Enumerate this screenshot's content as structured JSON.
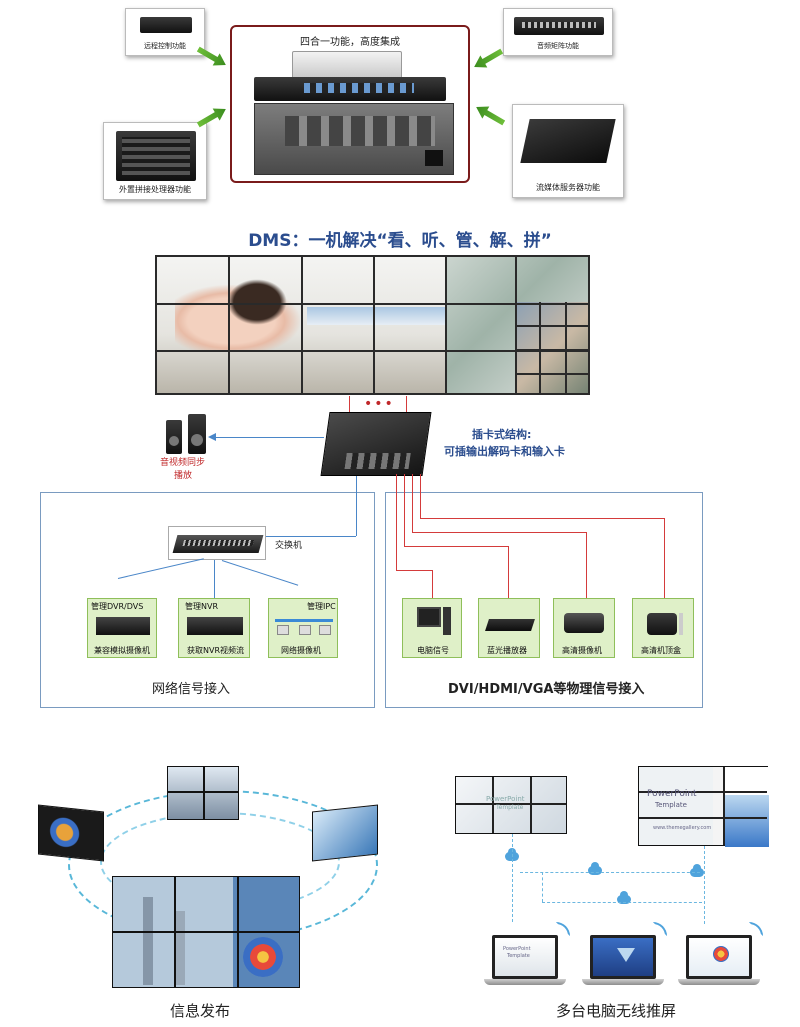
{
  "top": {
    "center_title": "四合一功能，高度集成",
    "card_tl_label": "远程控制功能",
    "card_tr_label": "音频矩阵功能",
    "card_bl_label": "外置拼接处理器功能",
    "card_br_label": "流媒体服务器功能"
  },
  "main_title": "DMS：一机解决“看、听、管、解、拼”",
  "middle": {
    "red_dots": "•••",
    "speaker_label_1": "音视频同步",
    "speaker_label_2": "播放",
    "plugin_title": "插卡式结构:",
    "plugin_sub": "可插输出解码卡和输入卡"
  },
  "network": {
    "switch_label": "交换机",
    "boxes": [
      {
        "top": "管理DVR/DVS",
        "bottom": "兼容模拟摄像机"
      },
      {
        "top": "管理NVR",
        "bottom": "获取NVR视频流"
      },
      {
        "top": "管理IPC",
        "bottom": "网络摄像机"
      }
    ],
    "caption": "网络信号接入"
  },
  "physical": {
    "boxes": [
      {
        "label": "电脑信号"
      },
      {
        "label": "蓝光播放器"
      },
      {
        "label": "高清摄像机"
      },
      {
        "label": "高清机顶盒"
      }
    ],
    "caption": "DVI/HDMI/VGA等物理信号接入"
  },
  "bottom": {
    "left_caption": "信息发布",
    "right_caption": "多台电脑无线推屏",
    "ppt_title": "PowerPoint",
    "ppt_sub": "Template",
    "ppt_url": "www.themegallery.com"
  },
  "colors": {
    "accent_blue": "#2b4d8e",
    "red": "#d43b3b",
    "green": "#5aa82e",
    "frame_red": "#7a1b1b"
  }
}
